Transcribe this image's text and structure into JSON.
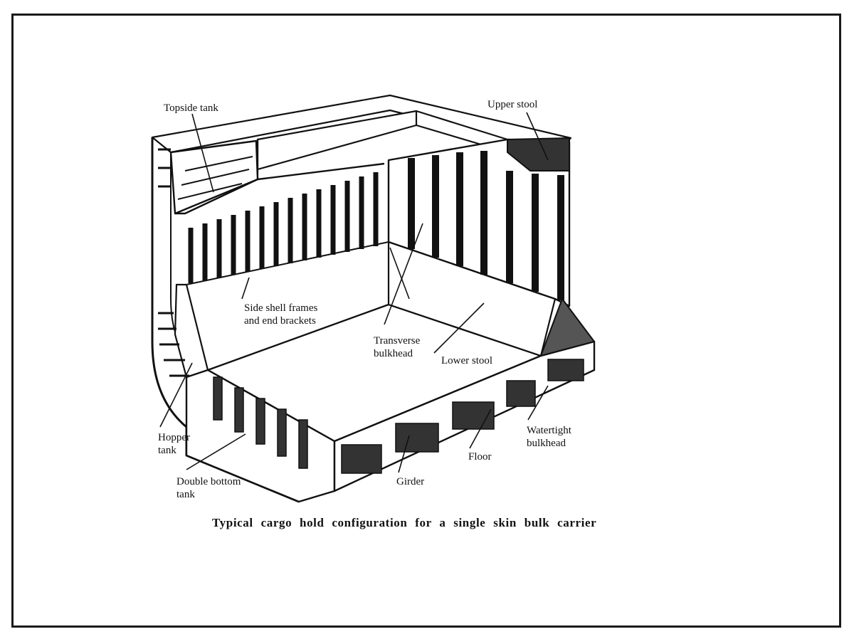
{
  "labels": {
    "topside_tank": "Topside tank",
    "upper_stool": "Upper stool",
    "side_shell_frames": "Side shell frames\nand end brackets",
    "transverse_bulkhead": "Transverse\nbulkhead",
    "lower_stool": "Lower stool",
    "hopper_tank": "Hopper\ntank",
    "double_bottom_tank": "Double bottom\ntank",
    "girder": "Girder",
    "floor": "Floor",
    "watertight_bulkhead": "Watertight\nbulkhead"
  },
  "caption": "Typical cargo hold configuration for a single skin bulk carrier"
}
